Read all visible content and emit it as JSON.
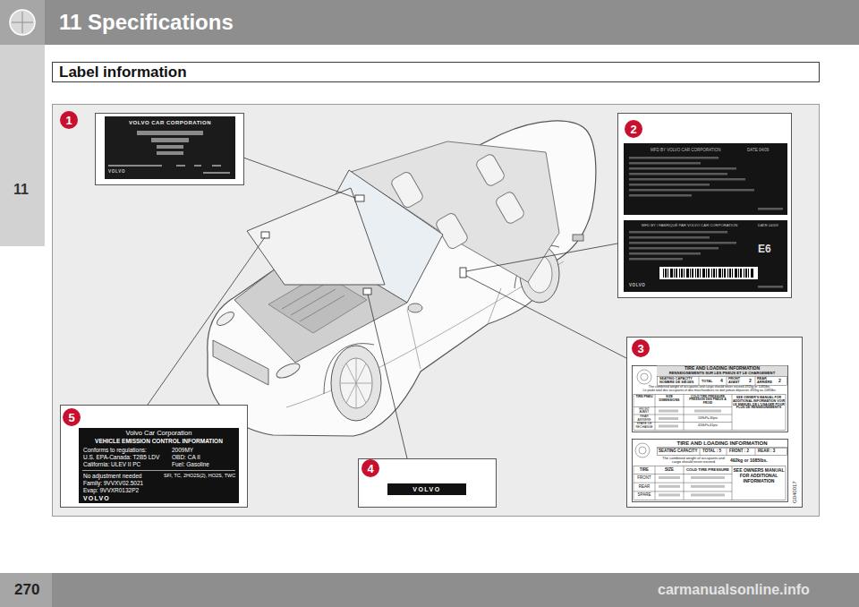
{
  "diagram": {
    "nodes": [
      {
        "text": [
          "11 Specifications"
        ]
      },
      {
        "text": [
          "Label information"
        ]
      },
      {
        "text": [
          "1"
        ]
      },
      {
        "text": [
          "VOLVO CAR CORPORATION",
          "VOLVO"
        ]
      },
      {
        "text": [
          "2"
        ]
      },
      {
        "text": [
          "MFD BY VOLVO CAR CORPORATION",
          "DATE 04/09"
        ]
      },
      {
        "text": [
          "MFD BY / FABRIQUÉ PAR VOLVO CAR CORPORATION",
          "DATE 04/09",
          "E6",
          "VOLVO"
        ]
      },
      {
        "text": [
          "3"
        ]
      },
      {
        "text": [
          "TIRE AND LOADING INFORMATION",
          "RENSEIGNEMENTS SUR LES PNEUS ET LE CHARGEMENT",
          "SEATING CAPACITY NOMBRE DE SIÈGES",
          "TOTAL",
          "4",
          "FRONT AVANT",
          "2",
          "REAR ARRIÈRE",
          "2",
          "The combined weight of occupants and cargo should never exceed 492kg or 1085lbs.",
          "Le poids total des occupants et des marchandises ne doit jamais dépasser 492kg ou 1085lbs.",
          "TIRE PNEU",
          "SIZE DIMENSIONS",
          "COLD TIRE PRESSURE PRESSION DES PNEUS À FROID",
          "SEE OWNER'S MANUAL FOR ADDITIONAL INFORMATION VOIR LE MANUEL DE L'USAGER POUR PLUS DE RENSEIGNEMENTS",
          "FRONT AVANT",
          "REAR ARRIÈRE",
          "SPARE DE RECHANGE",
          "209kPa,30psi",
          "420kPa,61psi"
        ]
      },
      {
        "text": [
          "TIRE AND LOADING INFORMATION",
          "SEATING CAPACITY",
          "TOTAL : 5",
          "FRONT : 2",
          "REAR : 3",
          "The combined weight of occupants and cargo should never exceed",
          "492kg or 1085lbs.",
          "TIRE",
          "SIZE",
          "COLD TIRE PRESSURE",
          "SEE OWNERS MANUAL FOR ADDITIONAL INFORMATION",
          "FRONT",
          "REAR",
          "SPARE"
        ]
      },
      {
        "text": [
          "5"
        ]
      },
      {
        "text": [
          "Volvo Car Corporation",
          "VEHICLE EMISSION CONTROL INFORMATION",
          "Conforms to regulations:",
          "2009MY",
          "U.S. EPA-Canada: T2B5 LDV",
          "OBD: CA II",
          "California: ULEV II PC",
          "Fuel: Gasoline",
          "No adjustment needed",
          "SFI, TC, 2HO2S(2), HO2S, TWC",
          "Family: 9VVXV02.5021",
          "Evap: 9VVXR0132P2",
          "VOLVO"
        ]
      },
      {
        "text": [
          "4"
        ]
      },
      {
        "text": [
          "VOLVO"
        ]
      }
    ],
    "labels": [
      "11",
      "270",
      "carmanualsonline.info",
      "G040017"
    ]
  }
}
